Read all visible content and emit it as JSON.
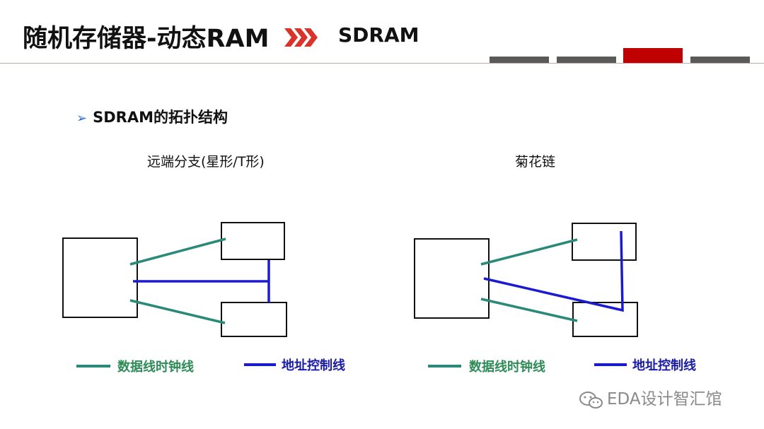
{
  "header": {
    "title": "随机存储器-动态RAM",
    "subtitle": "SDRAM",
    "accent_color": "#c00000",
    "tab_color": "#5a5a5a"
  },
  "section": {
    "bullet_text": "SDRAM的拓扑结构"
  },
  "diagrams": [
    {
      "label": "远端分支(星形/T形)",
      "legend_data": "数据线时钟线",
      "legend_ctrl": "地址控制线"
    },
    {
      "label": "菊花链",
      "legend_data": "数据线时钟线",
      "legend_ctrl": "地址控制线"
    }
  ],
  "colors": {
    "data_line": "#2a8a7a",
    "ctrl_line": "#1a1ad0",
    "box_stroke": "#111111"
  },
  "watermark": {
    "text": "EDA设计智汇馆"
  }
}
